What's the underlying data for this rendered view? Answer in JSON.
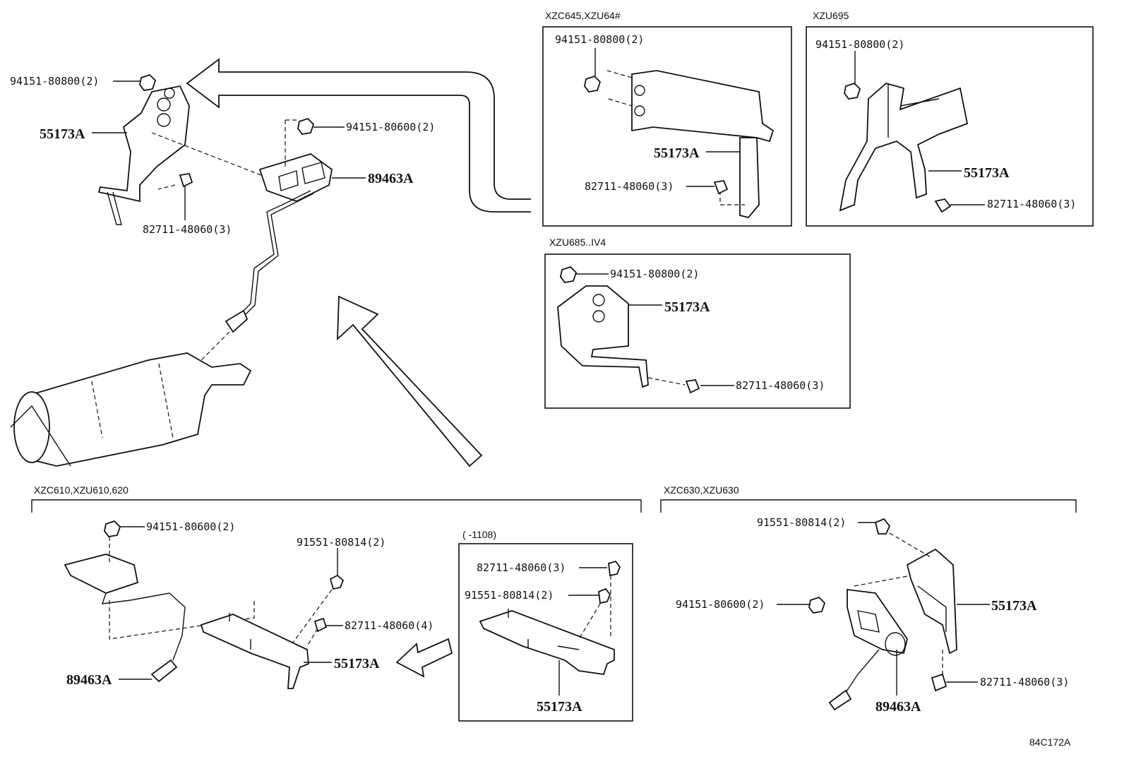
{
  "variants": {
    "v1": "XZC645,XZU64#",
    "v2": "XZU695",
    "v3": "XZU685..IV4",
    "v4": "XZC610,XZU610,620",
    "v5": "XZC630,XZU630",
    "v6": "(      -1108)"
  },
  "labels": {
    "main_94151_80800": "94151-80800(2)",
    "main_55173a": "55173A",
    "main_82711_48060": "82711-48060(3)",
    "main_94151_80600": "94151-80600(2)",
    "main_89463a": "89463A",
    "b1_94151_80800": "94151-80800(2)",
    "b1_55173a": "55173A",
    "b1_82711_48060": "82711-48060(3)",
    "b2_94151_80800": "94151-80800(2)",
    "b2_55173a": "55173A",
    "b2_82711_48060": "82711-48060(3)",
    "b3_94151_80800": "94151-80800(2)",
    "b3_55173a": "55173A",
    "b3_82711_48060": "82711-48060(3)",
    "b4_94151_80600": "94151-80600(2)",
    "b4_91551_80814": "91551-80814(2)",
    "b4_82711_48060": "82711-48060(4)",
    "b4_55173a": "55173A",
    "b4_89463a": "89463A",
    "b6_82711_48060": "82711-48060(3)",
    "b6_91551_80814": "91551-80814(2)",
    "b6_55173a": "55173A",
    "b5_91551_80814": "91551-80814(2)",
    "b5_94151_80600": "94151-80600(2)",
    "b5_55173a": "55173A",
    "b5_82711_48060": "82711-48060(3)",
    "b5_89463a": "89463A"
  },
  "figure_code": "84C172A"
}
